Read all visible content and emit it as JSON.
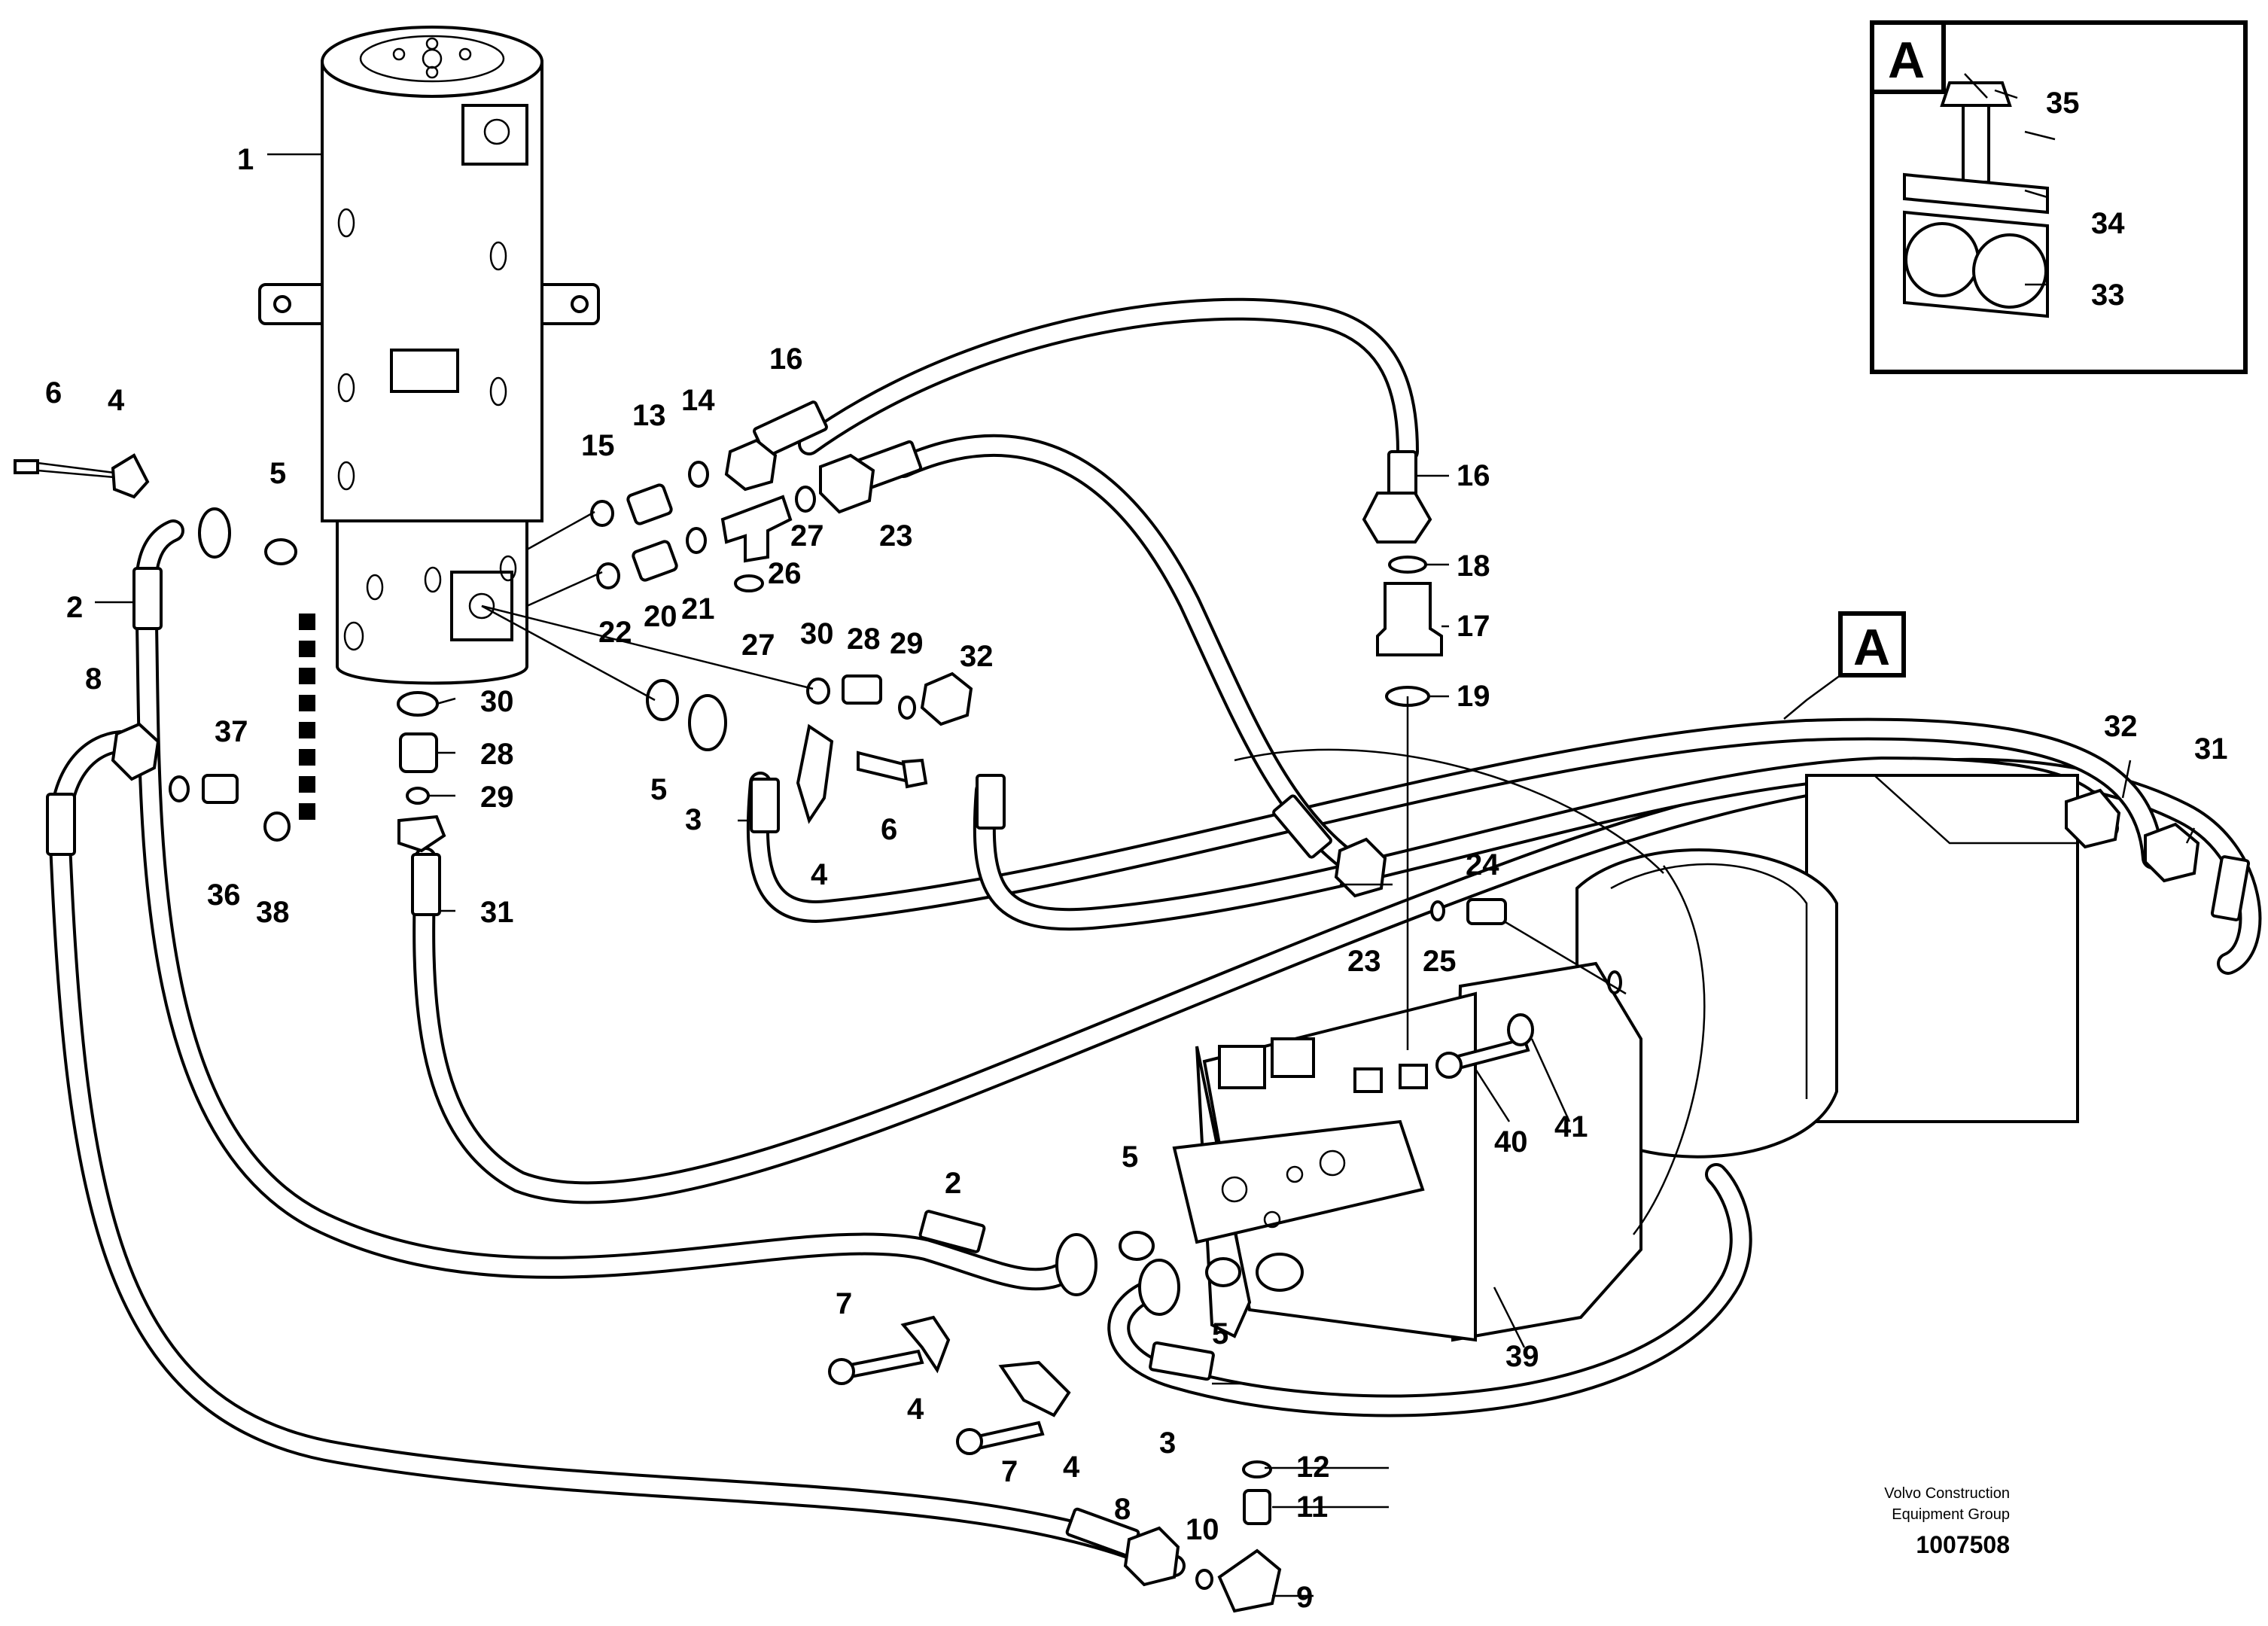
{
  "footer": {
    "company_line1": "Volvo Construction",
    "company_line2": "Equipment Group",
    "drawing_number": "1007508"
  },
  "detail_box": {
    "letter": "A",
    "callouts": [
      "35",
      "34",
      "33"
    ]
  },
  "view_marker": {
    "letter": "A"
  },
  "callouts": [
    "1",
    "2",
    "3",
    "4",
    "5",
    "6",
    "7",
    "8",
    "9",
    "10",
    "11",
    "12",
    "13",
    "14",
    "15",
    "16",
    "17",
    "18",
    "19",
    "20",
    "21",
    "22",
    "23",
    "24",
    "25",
    "26",
    "27",
    "28",
    "29",
    "30",
    "31",
    "32",
    "36",
    "37",
    "38",
    "39",
    "40",
    "41"
  ]
}
